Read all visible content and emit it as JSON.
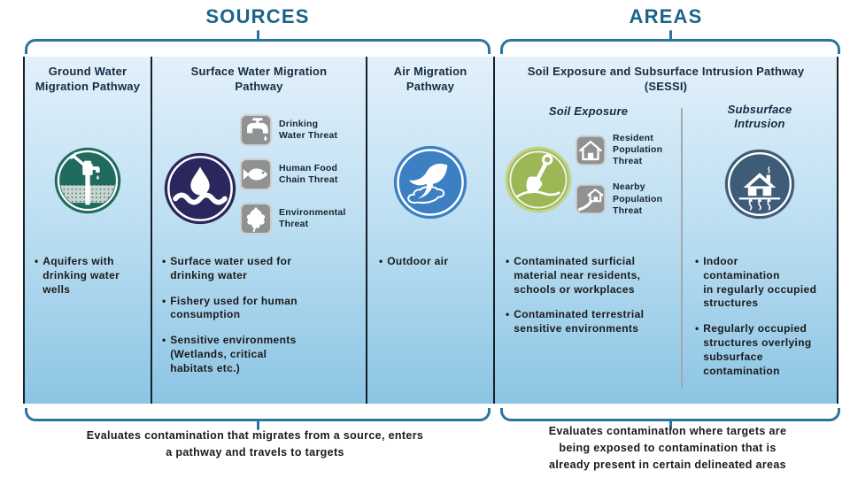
{
  "sources_section": {
    "label": "SOURCES",
    "caption": "Evaluates contamination that migrates from a source, enters\na pathway and travels to targets"
  },
  "areas_section": {
    "label": "AREAS",
    "caption": "Evaluates contamination where targets are\nbeing exposed to contamination that is\nalready present in certain delineated areas"
  },
  "columns": [
    {
      "title": "Ground Water\nMigration Pathway",
      "icon": "water-pump-icon",
      "bullets": [
        "Aquifers with\ndrinking water\nwells"
      ]
    },
    {
      "title": "Surface Water Migration\nPathway",
      "icon": "water-drop-waves-icon",
      "threats": [
        {
          "icon": "faucet-icon",
          "label": "Drinking\nWater Threat"
        },
        {
          "icon": "fish-icon",
          "label": "Human Food\nChain Threat"
        },
        {
          "icon": "leaf-icon",
          "label": "Environmental\nThreat"
        }
      ],
      "bullets": [
        "Surface water used for\ndrinking water",
        "Fishery used for human\nconsumption",
        "Sensitive environments\n(Wetlands, critical\nhabitats etc.)"
      ]
    },
    {
      "title": "Air Migration\nPathway",
      "icon": "bird-cloud-icon",
      "bullets": [
        "Outdoor air"
      ]
    },
    {
      "title": "Soil Exposure and Subsurface Intrusion Pathway\n(SESSI)",
      "subcolumns": [
        {
          "title": "Soil Exposure",
          "icon": "shovel-icon",
          "threats": [
            {
              "icon": "resident-house-icon",
              "label": "Resident\nPopulation\nThreat"
            },
            {
              "icon": "nearby-house-icon",
              "label": "Nearby\nPopulation\nThreat"
            }
          ],
          "bullets": [
            "Contaminated surficial\nmaterial near residents,\nschools or workplaces",
            "Contaminated terrestrial\nsensitive environments"
          ]
        },
        {
          "title": "Subsurface\nIntrusion",
          "icon": "vapor-intrusion-house-icon",
          "bullets": [
            "Indoor\ncontamination\nin regularly occupied\nstructures",
            "Regularly occupied\nstructures overlying\nsubsurface\ncontamination"
          ]
        }
      ]
    }
  ],
  "colors": {
    "accent_blue": "#1B6489",
    "bracket_blue": "#2B74A0",
    "groundwater_teal": "#1F6B60",
    "surfacewater_navy": "#2A275C",
    "air_blue": "#3C80C3",
    "soil_green": "#9CB756",
    "subsurface_slate": "#3E5C77",
    "threat_gray": "#8F9193",
    "panel_top": "#E3F0FA",
    "panel_bottom": "#8CC5E4"
  }
}
